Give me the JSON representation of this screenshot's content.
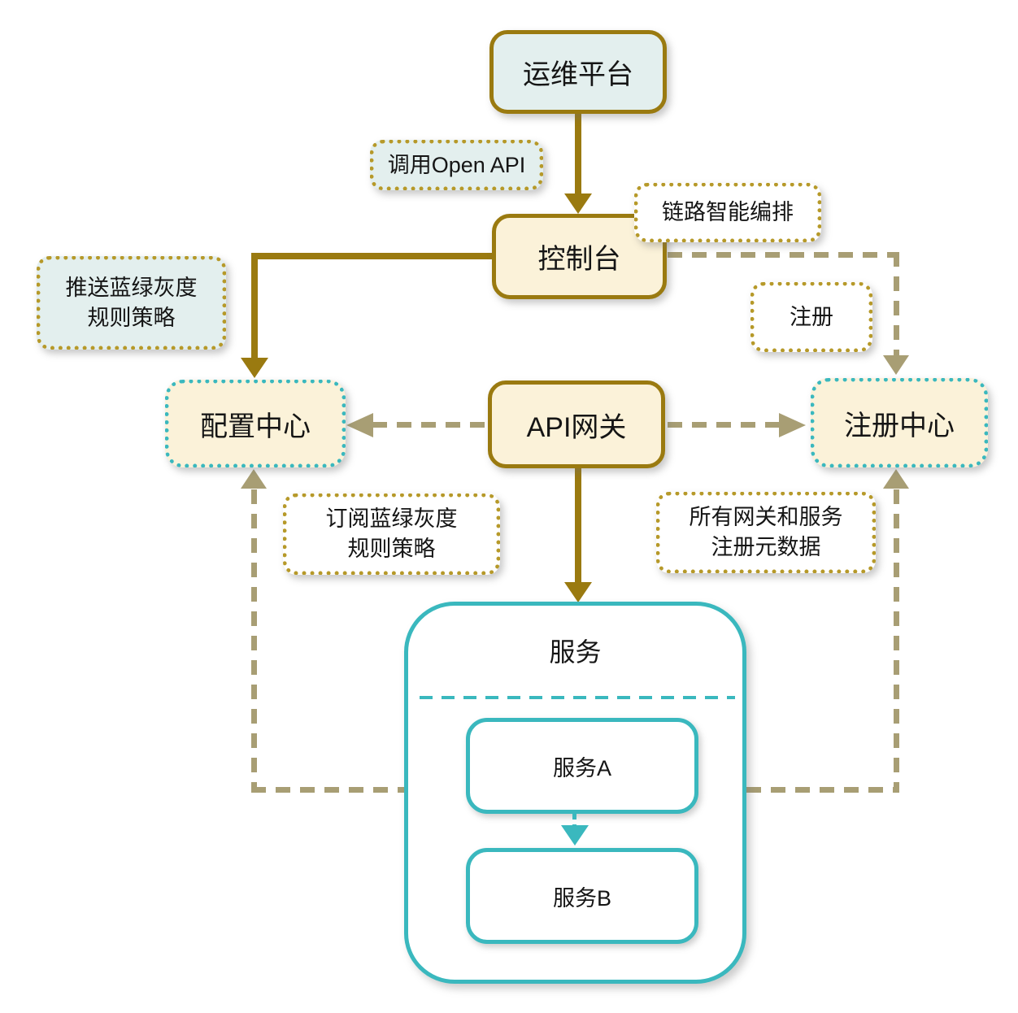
{
  "nodes": {
    "ops_platform": "运维平台",
    "console": "控制台",
    "config_center": "配置中心",
    "api_gateway": "API网关",
    "registry_center": "注册中心",
    "service_group": "服务",
    "service_a": "服务A",
    "service_b": "服务B"
  },
  "labels": {
    "call_open_api": "调用Open API",
    "link_orchestration": "链路智能编排",
    "push_rules_line1": "推送蓝绿灰度",
    "push_rules_line2": "规则策略",
    "register": "注册",
    "subscribe_rules_line1": "订阅蓝绿灰度",
    "subscribe_rules_line2": "规则策略",
    "metadata_line1": "所有网关和服务",
    "metadata_line2": "注册元数据"
  },
  "colors": {
    "gold_solid": "#9a7a10",
    "gold_dotted": "#b69929",
    "olive_dashed": "#a89e74",
    "teal": "#3ab8be",
    "cream_fill": "#fbf2d9",
    "blue_fill": "#e3efee",
    "white_fill": "#ffffff",
    "text": "#151515"
  }
}
